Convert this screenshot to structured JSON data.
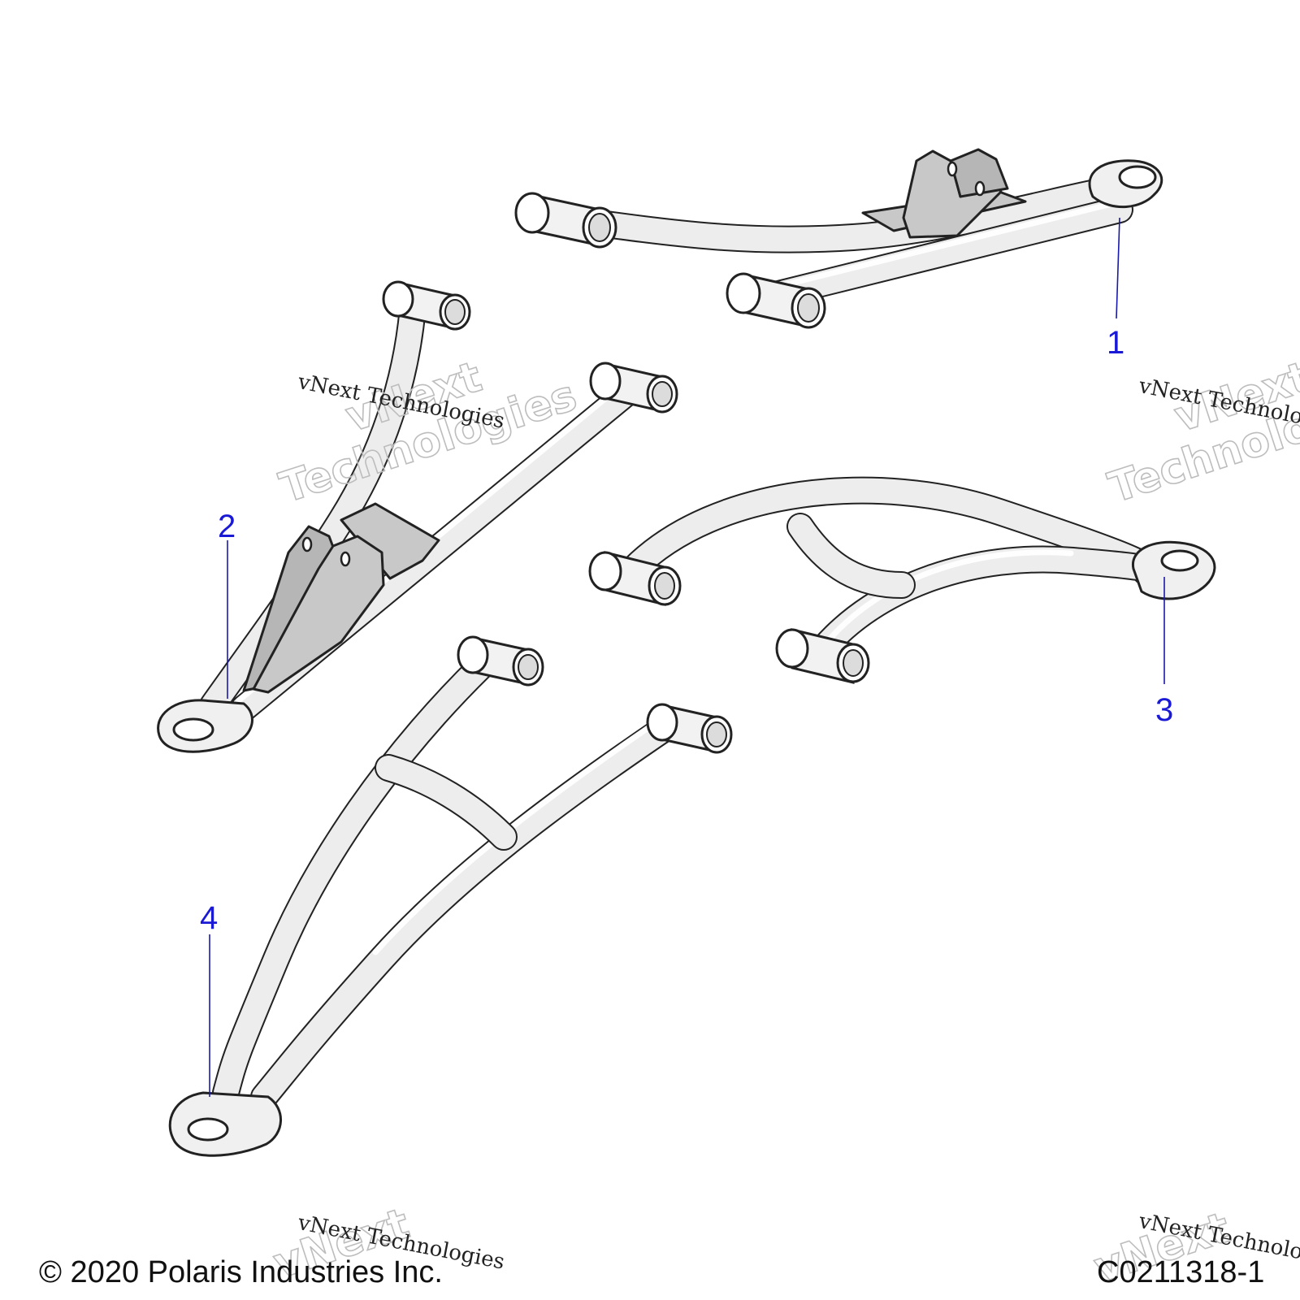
{
  "callouts": [
    {
      "label": "1"
    },
    {
      "label": "2"
    },
    {
      "label": "3"
    },
    {
      "label": "4"
    }
  ],
  "watermark": {
    "small": "vNext Technologies",
    "big_line1": "vNext",
    "big_line2": "Technologies"
  },
  "footer": {
    "copyright": "© 2020 Polaris Industries Inc.",
    "diagram_code": "C0211318-1"
  },
  "colors": {
    "callout": "#1a1ad6",
    "outline": "#222222",
    "tube_fill": "#ededed"
  }
}
